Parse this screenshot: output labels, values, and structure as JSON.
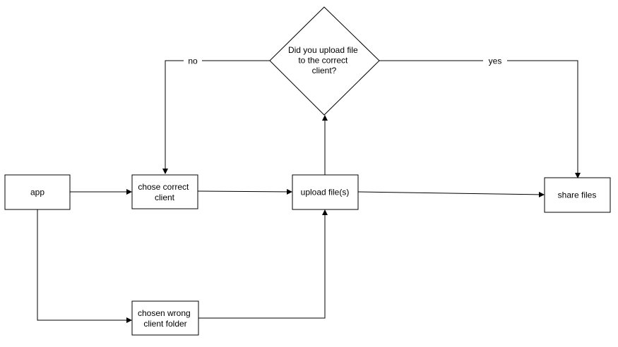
{
  "colors": {
    "stroke": "#000000",
    "fill": "#ffffff",
    "background": "#ffffff"
  },
  "nodes": {
    "app": {
      "lines": [
        "app"
      ]
    },
    "chose_correct": {
      "lines": [
        "chose correct",
        "client"
      ]
    },
    "upload": {
      "lines": [
        "upload file(s)"
      ]
    },
    "share": {
      "lines": [
        "share files"
      ]
    },
    "wrong_folder": {
      "lines": [
        "chosen wrong",
        "client folder"
      ]
    },
    "decision": {
      "lines": [
        "Did you upload file",
        "to the correct",
        "client?"
      ]
    }
  },
  "edges": {
    "no_label": "no",
    "yes_label": "yes"
  }
}
